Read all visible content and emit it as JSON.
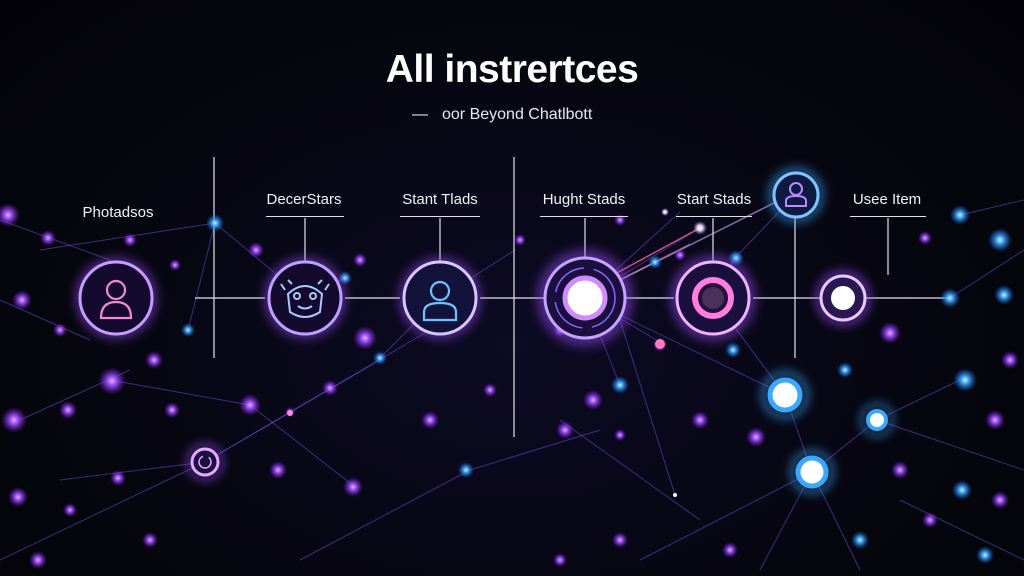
{
  "title": "All instrertces",
  "subtitle": {
    "dash": "—",
    "text": "oor Beyond Chatlbott"
  },
  "labels": {
    "photadsos": "Photadsos",
    "decerstars": "DecerStars",
    "start_tlads": "Stant Tlads",
    "hught_stads": "Hught Stads",
    "start_stads": "Start Stads",
    "usee_item": "Usee Item"
  },
  "colors": {
    "background": "#06060f",
    "purple_node": "#b06bff",
    "blue_node": "#4fb8ff",
    "pink_ring": "#e26bd6",
    "line": "#d8d8e6"
  },
  "icons": {
    "node_1": "person-icon",
    "node_2": "robot-face-icon",
    "node_3": "person-icon",
    "node_4": "glowing-ring-icon",
    "node_5": "glowing-ring-icon",
    "node_6": "glowing-ring-icon",
    "node_7": "person-icon",
    "node_8": "glowing-ring-icon"
  }
}
